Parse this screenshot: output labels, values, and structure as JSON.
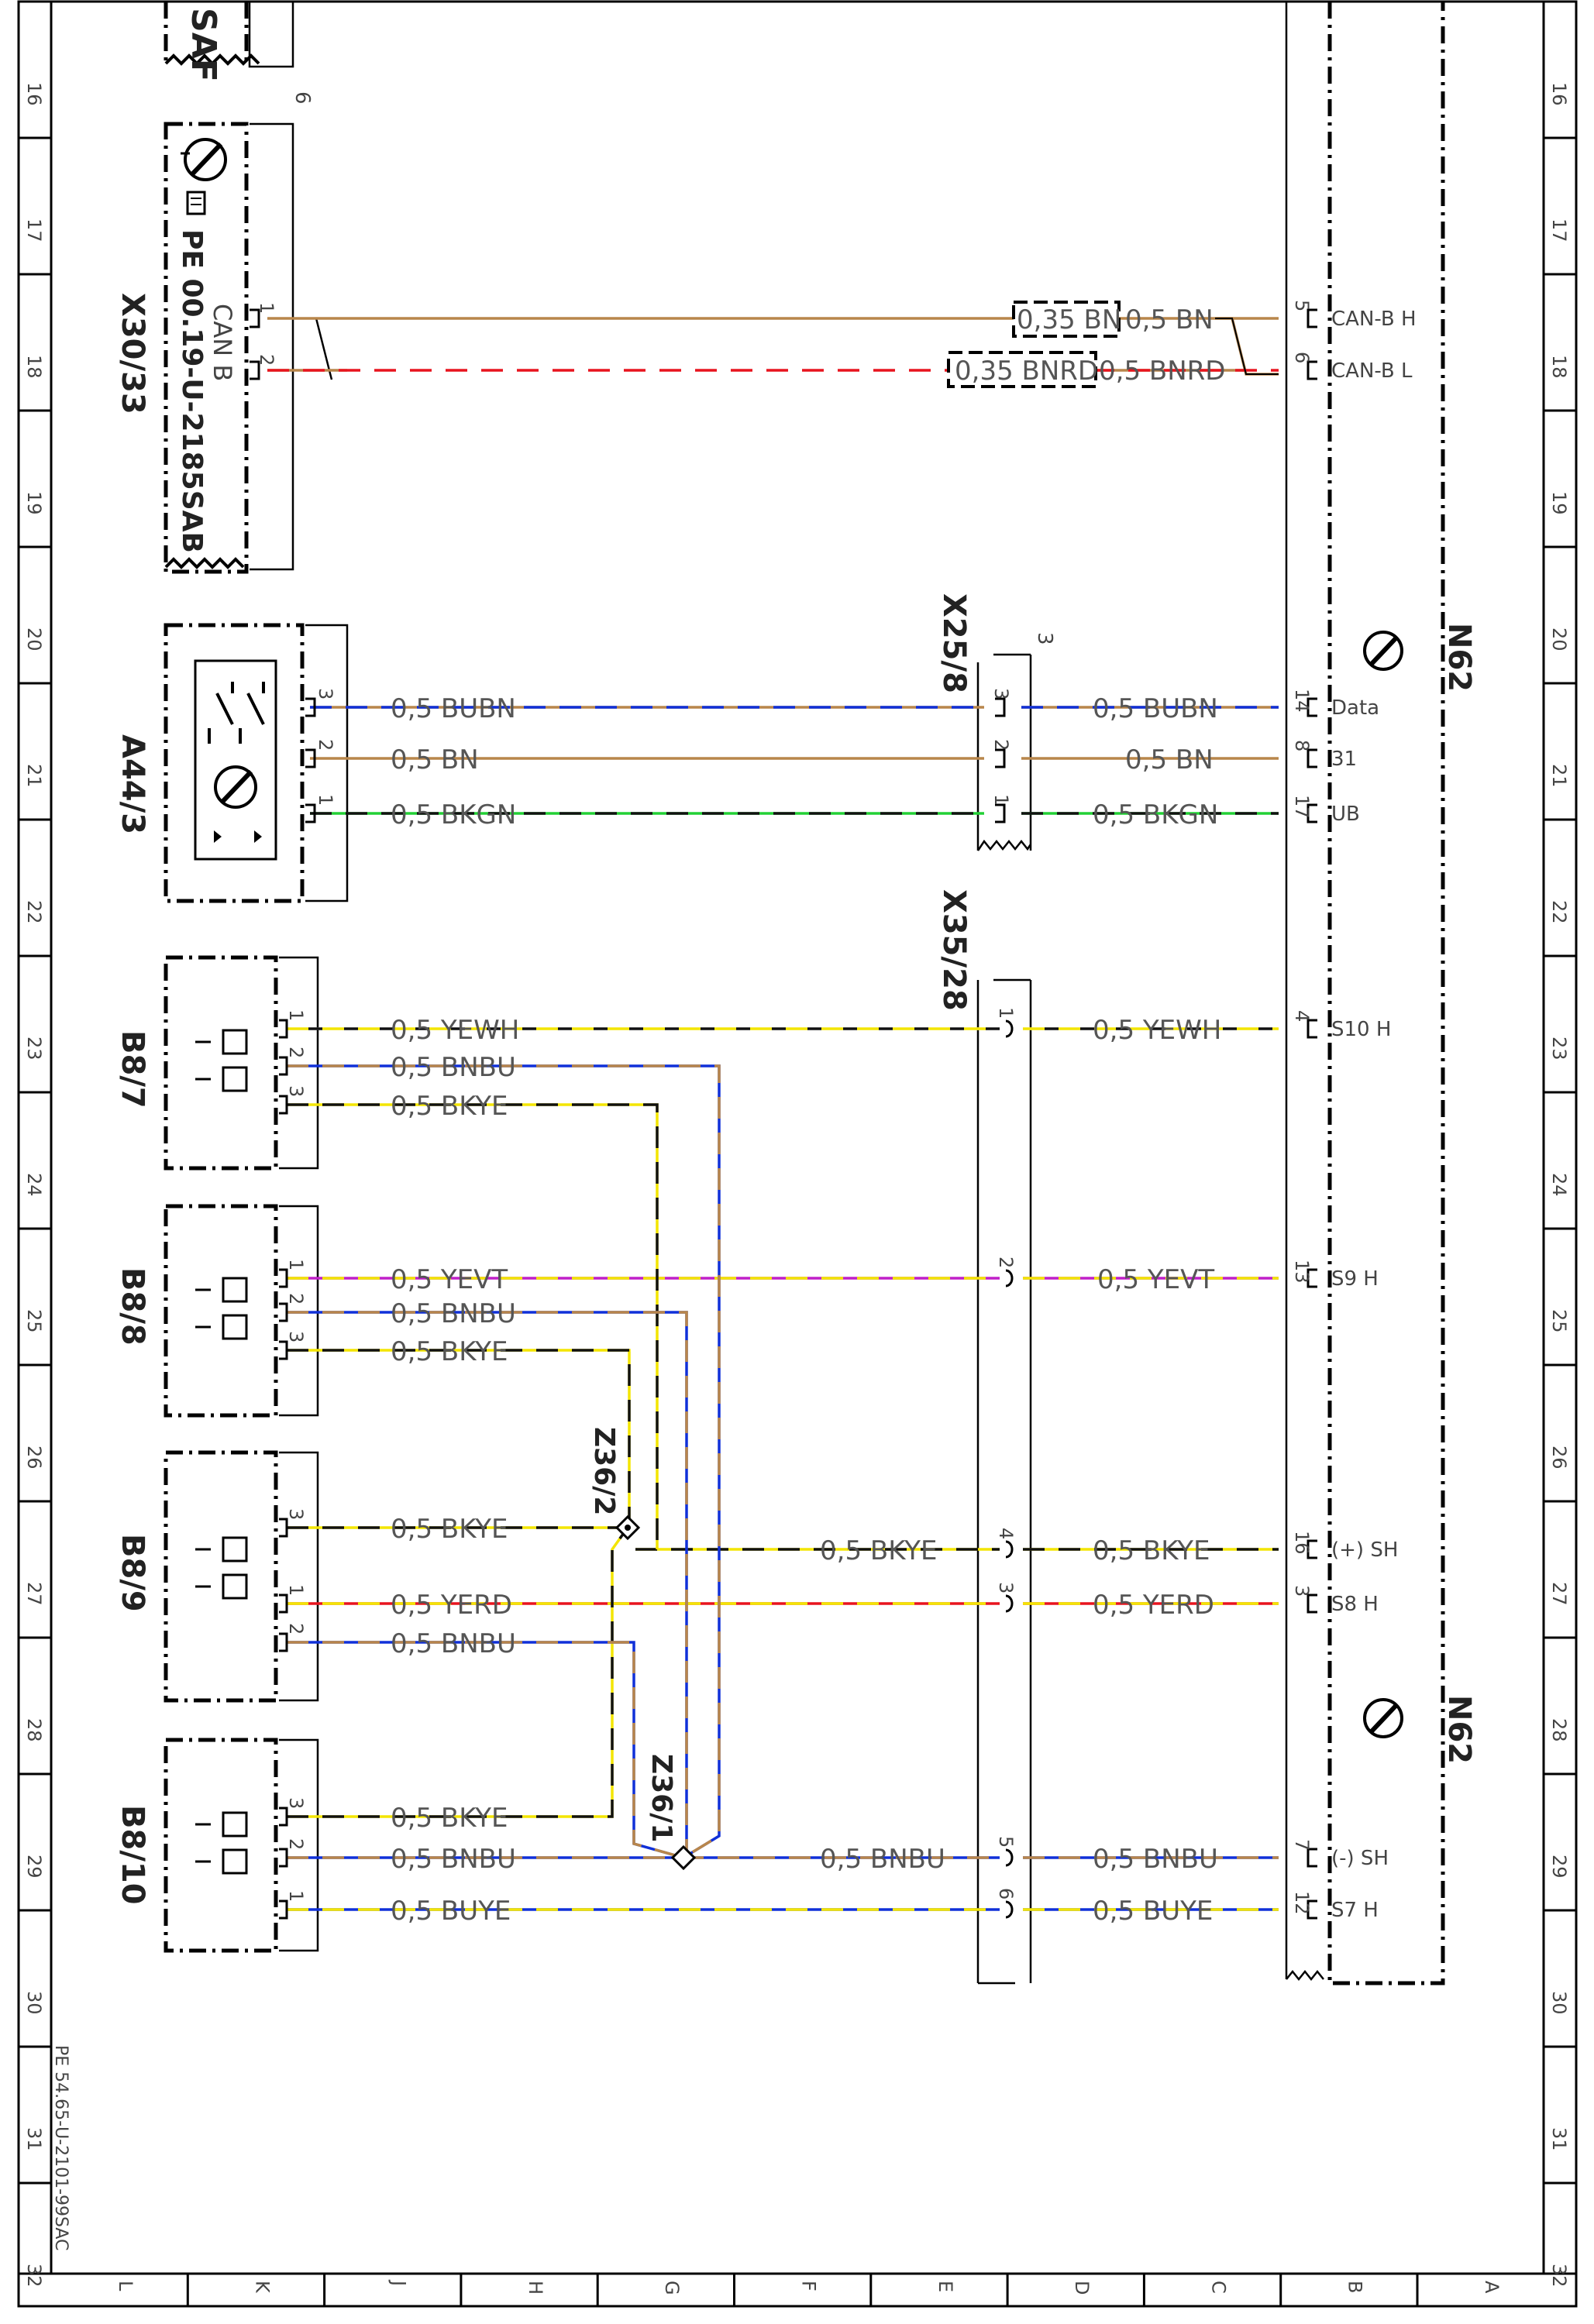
{
  "grid": {
    "rows": [
      "16",
      "17",
      "18",
      "19",
      "20",
      "21",
      "22",
      "23",
      "24",
      "25",
      "26",
      "27",
      "28",
      "29",
      "30",
      "31",
      "32"
    ],
    "cols": [
      "L",
      "K",
      "J",
      "H",
      "G",
      "F",
      "E",
      "D",
      "C",
      "B",
      "A"
    ]
  },
  "margin_ref": "PE 54.65-U-2101-99SAC",
  "components": {
    "top_partial_code": "SAF",
    "x30_33": {
      "name": "X30/33",
      "ref": "PE 00.19-U-2185SAB",
      "side_num": "6",
      "can_label": "CAN B",
      "pin1": "1",
      "pin2": "2"
    },
    "a44_3": {
      "name": "A44/3",
      "pins": [
        "3",
        "2",
        "1"
      ]
    },
    "x25_8": {
      "name": "X25/8",
      "side_num": "3",
      "pins": [
        "3",
        "2",
        "1"
      ]
    },
    "x35_28": {
      "name": "X35/28",
      "pins": [
        "1",
        "2",
        "4",
        "3",
        "5",
        "6"
      ]
    },
    "b8_7": {
      "name": "B8/7",
      "pins": [
        "1",
        "2",
        "3"
      ]
    },
    "b8_8": {
      "name": "B8/8",
      "pins": [
        "1",
        "2",
        "3"
      ]
    },
    "b8_9": {
      "name": "B8/9",
      "pins": [
        "3",
        "1",
        "2"
      ]
    },
    "b8_10": {
      "name": "B8/10",
      "pins": [
        "3",
        "2",
        "1"
      ]
    },
    "z36_2": {
      "name": "Z36/2"
    },
    "z36_1": {
      "name": "Z36/1"
    },
    "n62": {
      "name_top": "N62",
      "name_bottom": "N62"
    }
  },
  "n62_pins": [
    {
      "num": "5",
      "label": "CAN-B H"
    },
    {
      "num": "6",
      "label": "CAN-B L"
    },
    {
      "num": "14",
      "label": "Data"
    },
    {
      "num": "8",
      "label": "31"
    },
    {
      "num": "17",
      "label": "UB"
    },
    {
      "num": "4",
      "label": "S10 H"
    },
    {
      "num": "13",
      "label": "S9 H"
    },
    {
      "num": "16",
      "label": "(+) SH"
    },
    {
      "num": "3",
      "label": "S8 H"
    },
    {
      "num": "7",
      "label": "(-) SH"
    },
    {
      "num": "12",
      "label": "S7 H"
    }
  ],
  "wire_labels": {
    "can_h_left": "0,35 BN",
    "can_h_right": "0,5 BN",
    "can_l_left": "0,35 BNRD",
    "can_l_right": "0,5 BNRD",
    "a44_bubn": "0,5 BUBN",
    "a44_bn": "0,5 BN",
    "a44_bkgn": "0,5 BKGN",
    "n62_bubn": "0,5 BUBN",
    "n62_bn": "0,5 BN",
    "n62_bkgn": "0,5 BKGN",
    "b87_yewh": "0,5 YEWH",
    "b87_bnbu": "0,5 BNBU",
    "b87_bkye": "0,5 BKYE",
    "b88_yevt": "0,5 YEVT",
    "b88_bnbu": "0,5 BNBU",
    "b88_bkye": "0,5 BKYE",
    "b89_bkye": "0,5 BKYE",
    "b89_yerd": "0,5 YERD",
    "b89_bnbu": "0,5 BNBU",
    "b810_bkye": "0,5 BKYE",
    "b810_bnbu": "0,5 BNBU",
    "b810_buye": "0,5 BUYE",
    "mid_bkye": "0,5 BKYE",
    "mid_bnbu": "0,5 BNBU",
    "n62_yewh": "0,5 YEWH",
    "n62_yevt": "0,5 YEVT",
    "n62_bkye": "0,5 BKYE",
    "n62_yerd": "0,5 YERD",
    "n62_bnbu": "0,5 BNBU",
    "n62_buye": "0,5 BUYE"
  },
  "colors": {
    "BN": "#b8864b",
    "RD": "#e8141e",
    "BU": "#1030d8",
    "GN": "#22d035",
    "YE": "#f3e500",
    "BK": "#111111",
    "VT": "#c020c8",
    "WH": "#ffffff"
  }
}
